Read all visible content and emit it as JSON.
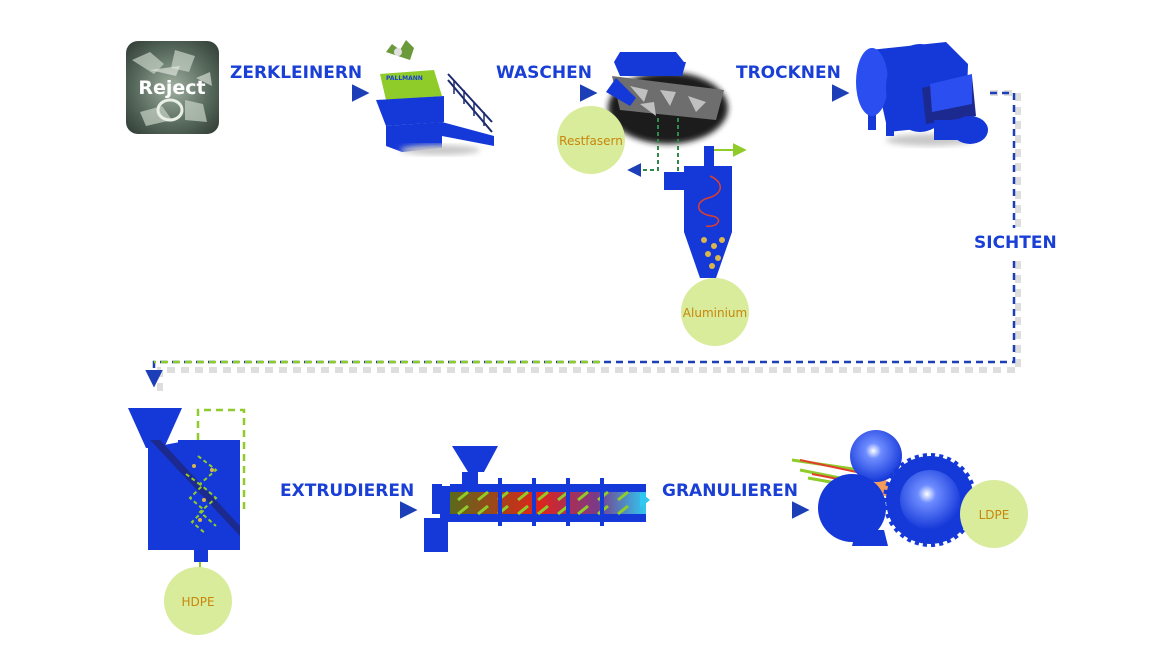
{
  "colors": {
    "machine_blue": "#1538d8",
    "label_blue": "#1a3fd6",
    "output_circle": "#d8ec9c",
    "output_text": "#c8860a",
    "arrow_green": "#8fcc2a",
    "arrow_blue": "#1c3fb8"
  },
  "input": {
    "label": "Reject"
  },
  "steps": {
    "shred": "ZERKLEINERN",
    "wash": "WASCHEN",
    "dry": "TROCKNEN",
    "sift": "SICHTEN",
    "extrude": "EXTRUDIEREN",
    "granulate": "GRANULIEREN"
  },
  "shredder_brand": "PALLMANN",
  "outputs": {
    "residual_fibers": "Restfasern",
    "aluminium": "Aluminium",
    "hdpe": "HDPE",
    "ldpe": "LDPE"
  }
}
